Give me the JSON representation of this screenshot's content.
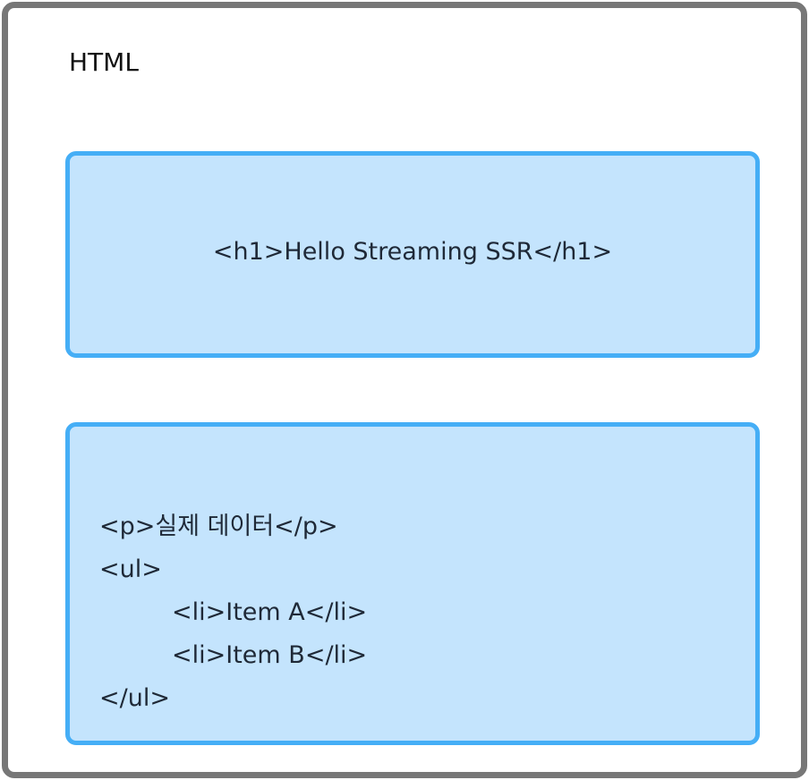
{
  "frame": {
    "title": "HTML"
  },
  "blocks": {
    "heading": {
      "code": "<h1>Hello Streaming SSR</h1>"
    },
    "content": {
      "lines": [
        "<p>실제 데이터</p>",
        "<ul>",
        "<li>Item A</li>",
        "<li>Item B</li>",
        "</ul>"
      ]
    }
  },
  "colors": {
    "frame_border": "#777777",
    "block_border": "#45aef6",
    "block_fill": "#c4e4fd",
    "text": "#1f2937"
  }
}
